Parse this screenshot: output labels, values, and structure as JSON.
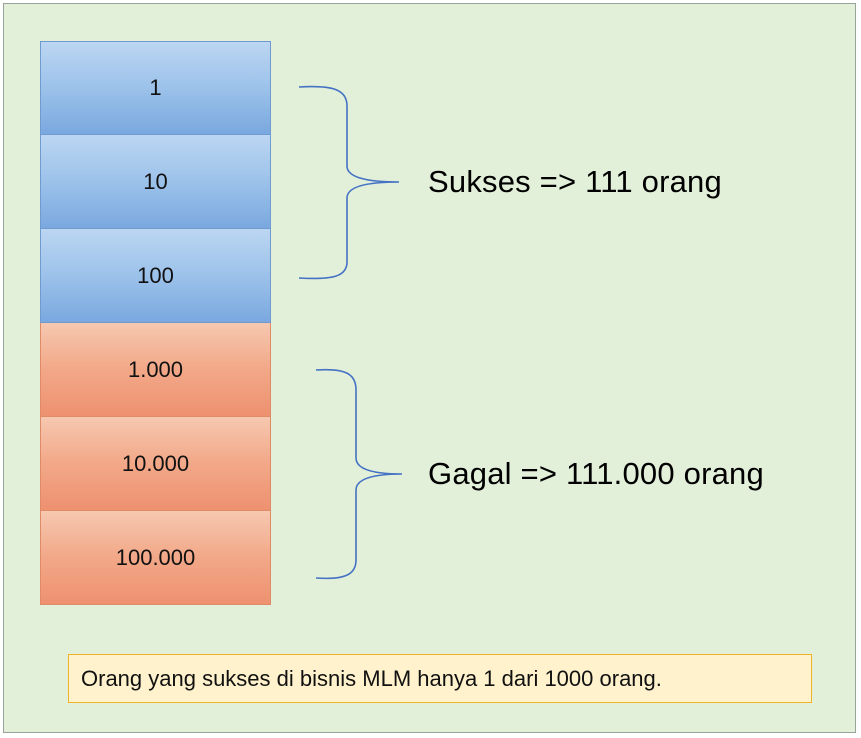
{
  "stack": {
    "levels": [
      {
        "value": "1",
        "group": "success"
      },
      {
        "value": "10",
        "group": "success"
      },
      {
        "value": "100",
        "group": "success"
      },
      {
        "value": "1.000",
        "group": "fail"
      },
      {
        "value": "10.000",
        "group": "fail"
      },
      {
        "value": "100.000",
        "group": "fail"
      }
    ]
  },
  "groups": {
    "success_label": "Sukses => 111 orang",
    "fail_label": "Gagal => 111.000 orang"
  },
  "footnote": "Orang yang sukses di bisnis MLM hanya 1 dari 1000 orang.",
  "colors": {
    "background": "#e2efd9",
    "success_fill": "#9cc2ea",
    "fail_fill": "#f2a888",
    "bracket": "#4472c4",
    "footnote_fill": "#fff2cc",
    "footnote_border": "#f0b429"
  }
}
